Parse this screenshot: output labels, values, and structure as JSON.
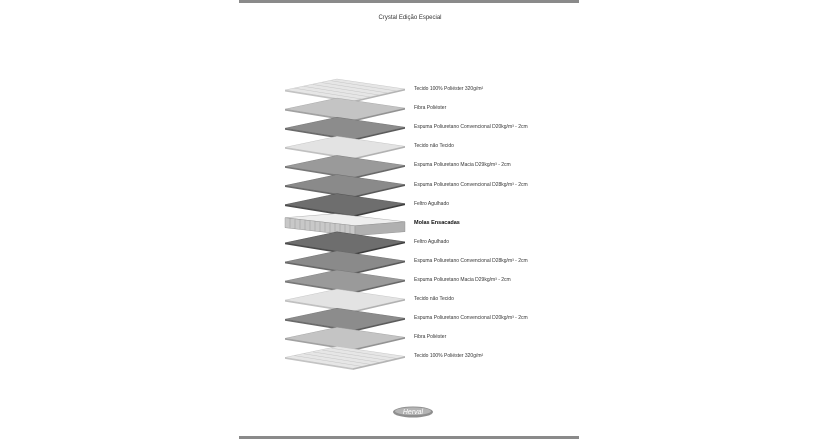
{
  "title": "Crystal Edição Especial",
  "layers": [
    {
      "label": "Tecido 100% Poliéster 320g/m²",
      "color": "#e6e6e6",
      "texture": "quilted",
      "bold": false
    },
    {
      "label": "Fibra Poliéster",
      "color": "#c4c4c4",
      "texture": "plain",
      "bold": false
    },
    {
      "label": "Espuma Poliuretano Convencional D20kg/m³ - 2cm",
      "color": "#8c8c8c",
      "texture": "plain",
      "bold": false
    },
    {
      "label": "Tecido não Tecido",
      "color": "#e3e3e3",
      "texture": "plain",
      "bold": false
    },
    {
      "label": "Espuma Poliuretano Macia D29kg/m³ - 2cm",
      "color": "#9a9a9a",
      "texture": "plain",
      "bold": false
    },
    {
      "label": "Espuma Poliuretano Convencional D28kg/m³ - 2cm",
      "color": "#8a8a8a",
      "texture": "plain",
      "bold": false
    },
    {
      "label": "Feltro Agulhado",
      "color": "#6e6e6e",
      "texture": "plain",
      "bold": false
    },
    {
      "label": "Molas Ensacadas",
      "color": "#d8d8d8",
      "texture": "springs",
      "bold": true
    },
    {
      "label": "Feltro Agulhado",
      "color": "#6e6e6e",
      "texture": "plain",
      "bold": false
    },
    {
      "label": "Espuma Poliuretano Convencional D28kg/m³ - 2cm",
      "color": "#8a8a8a",
      "texture": "plain",
      "bold": false
    },
    {
      "label": "Espuma Poliuretano Macia D29kg/m³ - 2cm",
      "color": "#9a9a9a",
      "texture": "plain",
      "bold": false
    },
    {
      "label": "Tecido não Tecido",
      "color": "#e3e3e3",
      "texture": "plain",
      "bold": false
    },
    {
      "label": "Espuma Poliuretano Convencional D20kg/m³ - 2cm",
      "color": "#8c8c8c",
      "texture": "plain",
      "bold": false
    },
    {
      "label": "Fibra Poliéster",
      "color": "#c4c4c4",
      "texture": "plain",
      "bold": false
    },
    {
      "label": "Tecido 100% Poliéster 320g/m²",
      "color": "#e6e6e6",
      "texture": "quilted",
      "bold": false
    }
  ],
  "logo": {
    "text": "Herval",
    "color": "#7a7a7a"
  }
}
